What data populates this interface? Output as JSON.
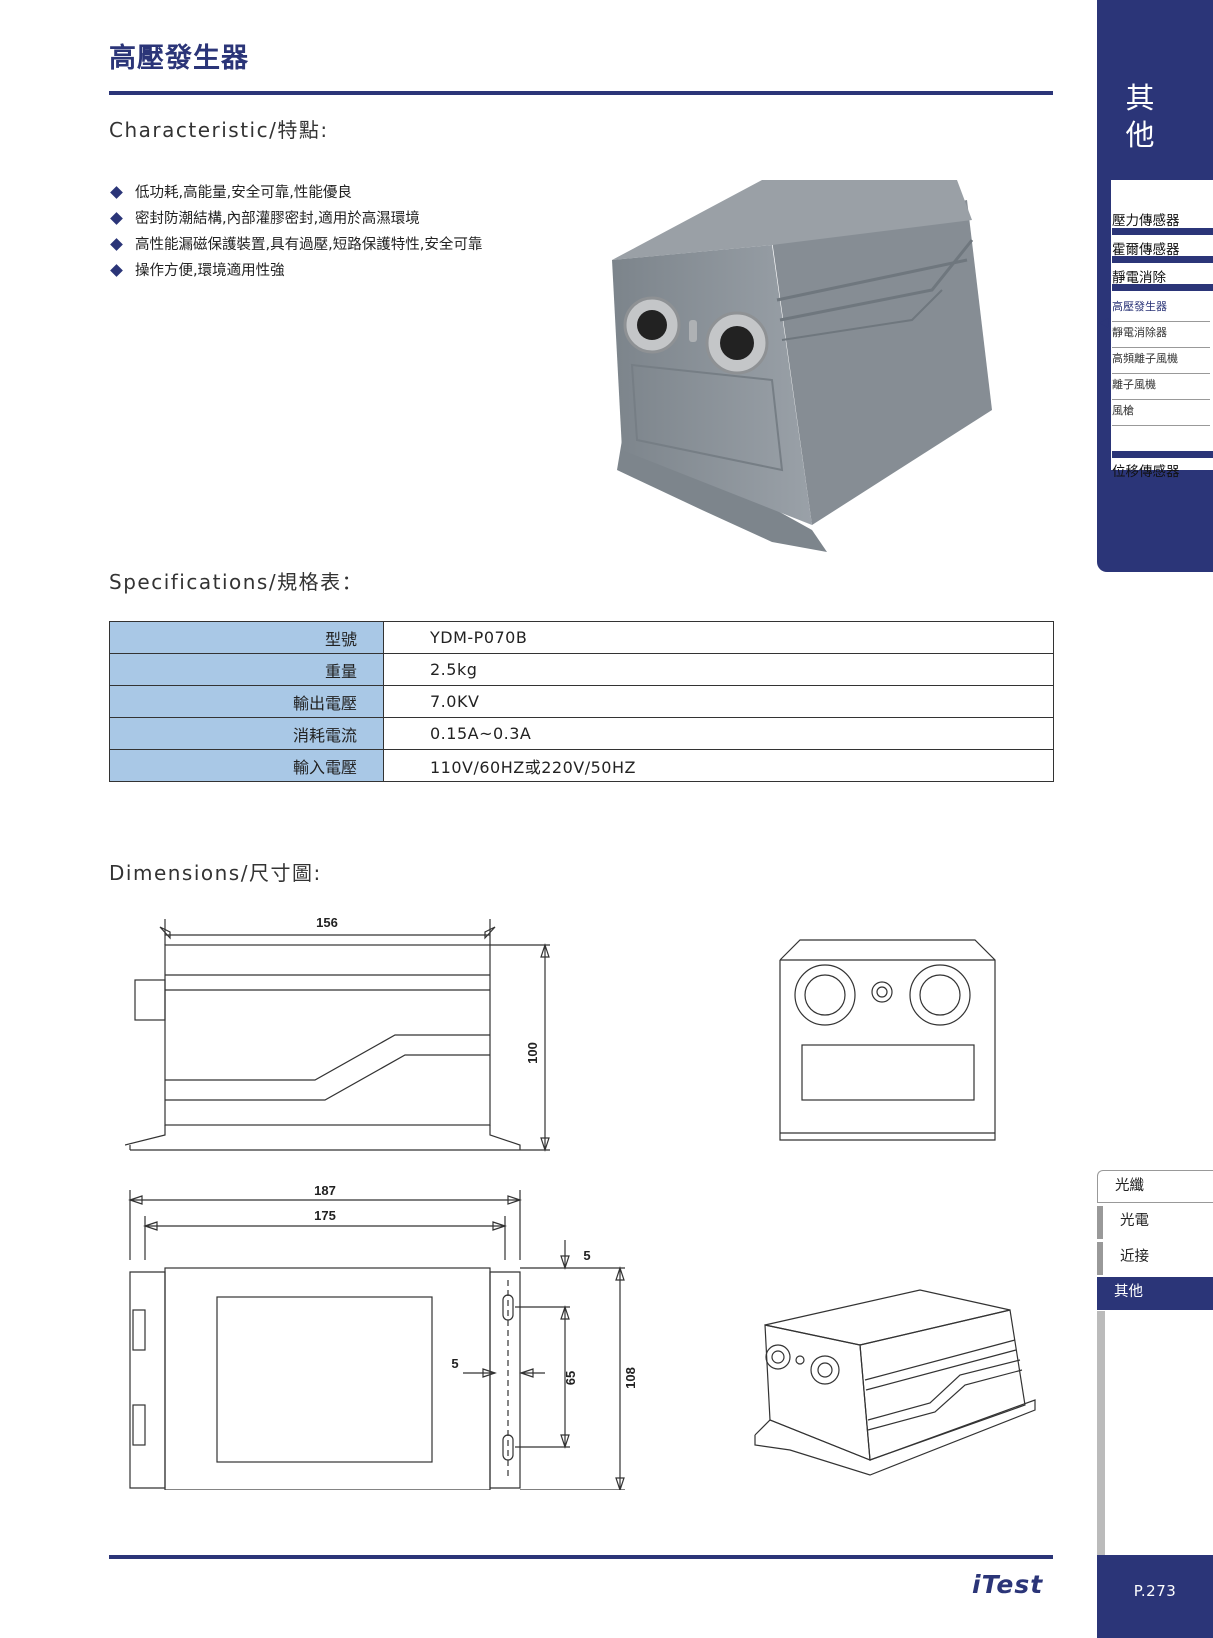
{
  "header": {
    "title": "高壓發生器"
  },
  "sections": {
    "characteristic": "Characteristic/特點:",
    "specifications": "Specifications/規格表：",
    "dimensions": "Dimensions/尺寸圖:"
  },
  "features": [
    "低功耗,高能量,安全可靠,性能優良",
    "密封防潮結構,內部灌膠密封,適用於高濕環境",
    "高性能漏磁保護裝置,具有過壓,短路保護特性,安全可靠",
    "操作方便,環境適用性強"
  ],
  "spec_table": [
    {
      "label": "型號",
      "value": "YDM-P070B"
    },
    {
      "label": "重量",
      "value": "2.5kg"
    },
    {
      "label": "輸出電壓",
      "value": "7.0KV"
    },
    {
      "label": "消耗電流",
      "value": "0.15A~0.3A"
    },
    {
      "label": "輸入電壓",
      "value": "110V/60HZ或220V/50HZ"
    }
  ],
  "dimensions": {
    "width_top": "156",
    "height_side": "100",
    "length_outer": "187",
    "length_inner": "175",
    "hole_gap": "5",
    "slot_offset": "5",
    "slot_span": "65",
    "depth": "108"
  },
  "sidebar": {
    "category_title": "其他",
    "items": [
      "壓力傳感器",
      "霍爾傳感器",
      "靜電消除"
    ],
    "sub_items": [
      "高壓發生器",
      "靜電消除器",
      "高頻離子風機",
      "離子風機",
      "風槍"
    ],
    "items_after": "位移傳感器",
    "tabs": [
      "光纖",
      "光電",
      "近接",
      "其他"
    ]
  },
  "footer": {
    "brand": "iTest",
    "page": "P.273"
  },
  "colors": {
    "primary": "#2b3578",
    "table_label_bg": "#a9c8e6",
    "product_body": "#8a9198"
  }
}
